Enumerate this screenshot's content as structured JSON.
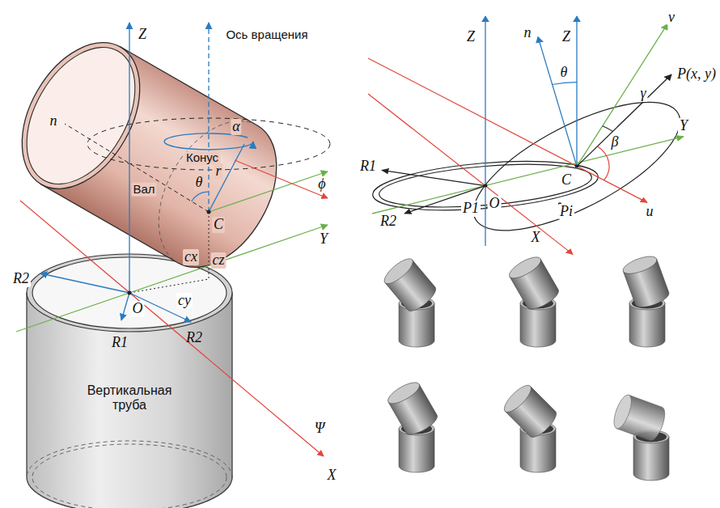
{
  "diagram": {
    "labels": [
      "Z",
      "Ось вращения",
      "α",
      "Конус",
      "n",
      "Вал",
      "θ",
      "r",
      "ϕ",
      "C",
      "Y",
      "R2",
      "cx",
      "cz",
      "cy",
      "O",
      "R1",
      "R2",
      "Вертикальная труба",
      "Ψ",
      "X",
      "Z",
      "n",
      "Z",
      "v",
      "θ",
      "γ",
      "P(x, y)",
      "R1",
      "C",
      "β",
      "Y",
      "O",
      "u",
      "R2",
      "P1",
      "Pi",
      "X"
    ]
  }
}
